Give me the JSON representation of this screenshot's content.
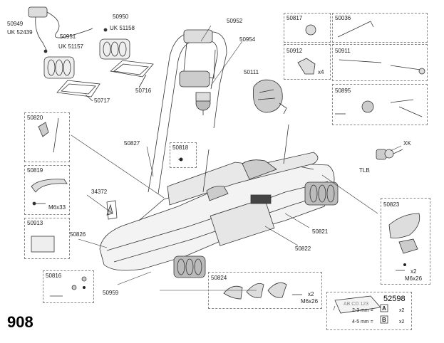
{
  "model_number": "908",
  "labels": {
    "p50949": "50949",
    "uk52439": "UK 52439",
    "p50950": "50950",
    "uk51158": "UK 51158",
    "p50951": "50951",
    "uk51157": "UK 51157",
    "p50716": "50716",
    "p50717": "50717",
    "p50952": "50952",
    "p50954": "50954",
    "p50111": "50111",
    "p50817": "50817",
    "p50036": "50036",
    "p50912": "50912",
    "x4": "x4",
    "p50911": "50911",
    "p50895": "50895",
    "p50820": "50820",
    "p50827": "50827",
    "p50818": "50818",
    "xk": "XK",
    "tlb": "TLB",
    "p50819": "50819",
    "m6x33": "M6x33",
    "p34372": "34372",
    "p50913": "50913",
    "p50826": "50826",
    "p50823": "50823",
    "p50821": "50821",
    "p50822": "50822",
    "x2a": "x2",
    "m6x26a": "M6x26",
    "p50816": "50816",
    "p50959": "50959",
    "p50824": "50824",
    "x2b": "x2",
    "m6x26b": "M6x26",
    "p52598": "52598",
    "plate_text": "AB CD 123",
    "mm23": "2-3 mm =",
    "mm45": "4-5 mm =",
    "boxA": "A",
    "boxB": "B",
    "x2c": "x2",
    "x2d": "x2"
  }
}
